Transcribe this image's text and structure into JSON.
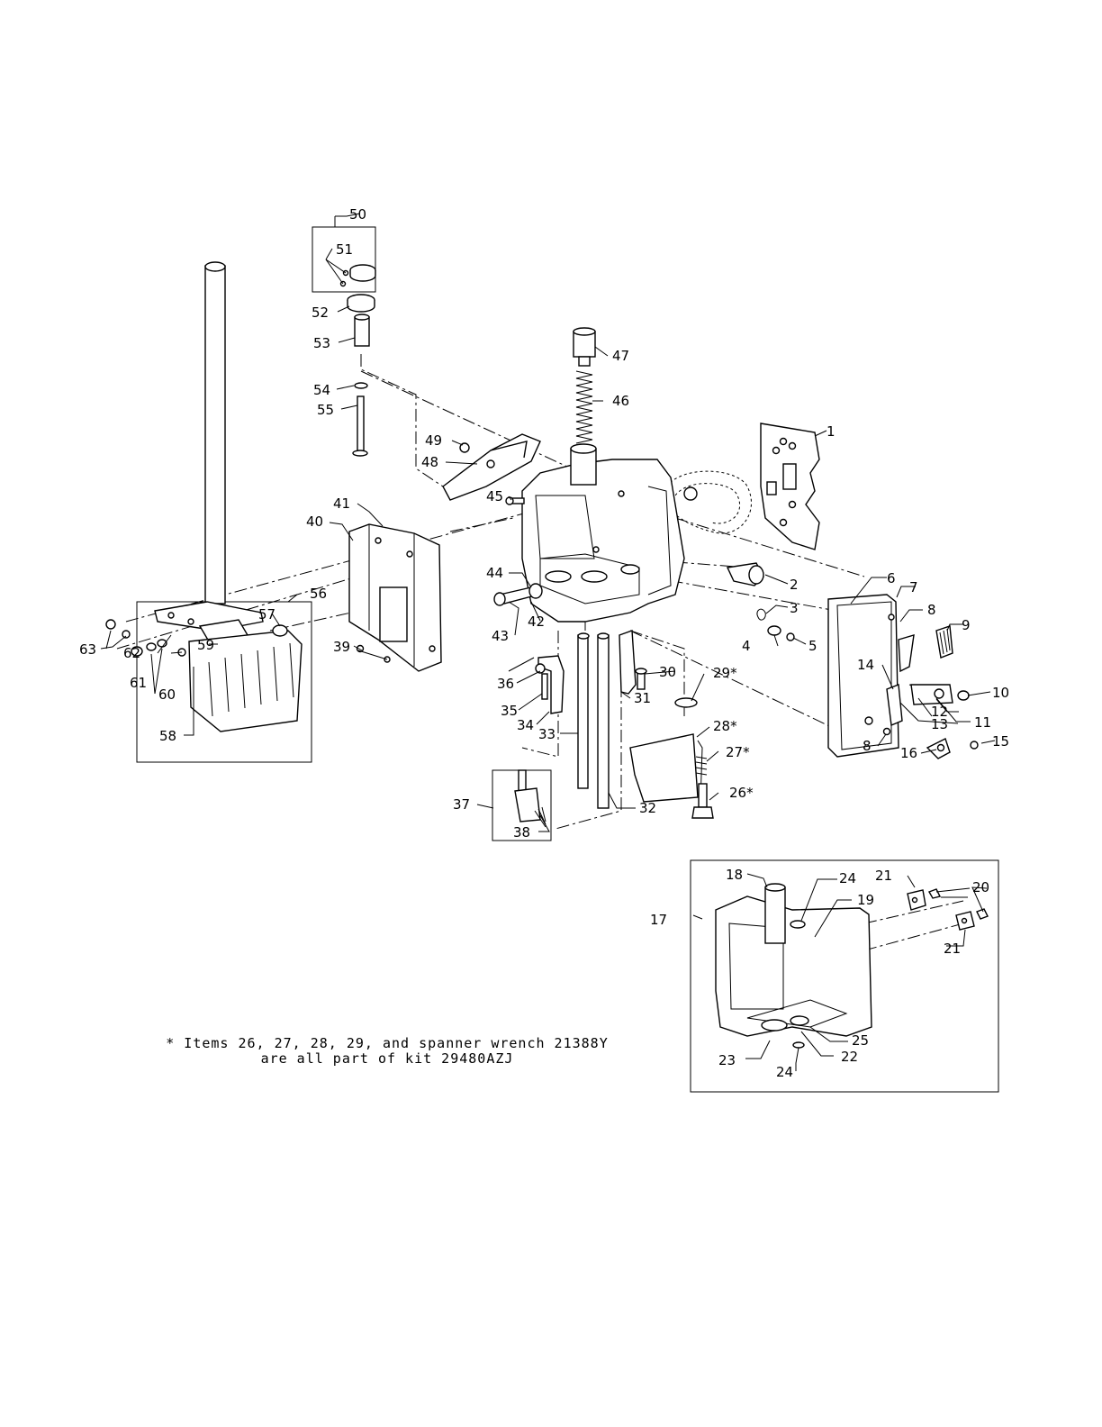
{
  "labels": {
    "l1": "1",
    "l2": "2",
    "l3": "3",
    "l4": "4",
    "l5": "5",
    "l6": "6",
    "l7": "7",
    "l8a": "8",
    "l8b": "8",
    "l9": "9",
    "l10": "10",
    "l11": "11",
    "l12": "12",
    "l13": "13",
    "l14": "14",
    "l15": "15",
    "l16": "16",
    "l17": "17",
    "l18": "18",
    "l19": "19",
    "l20": "20",
    "l21a": "21",
    "l21b": "21",
    "l22": "22",
    "l23": "23",
    "l24a": "24",
    "l24b": "24",
    "l25": "25",
    "l26": "26*",
    "l27": "27*",
    "l28": "28*",
    "l29": "29*",
    "l30": "30",
    "l31": "31",
    "l32": "32",
    "l33": "33",
    "l34": "34",
    "l35": "35",
    "l36": "36",
    "l37": "37",
    "l38": "38",
    "l39": "39",
    "l40": "40",
    "l41": "41",
    "l42": "42",
    "l43": "43",
    "l44": "44",
    "l45": "45",
    "l46": "46",
    "l47": "47",
    "l48": "48",
    "l49": "49",
    "l50": "50",
    "l51": "51",
    "l52": "52",
    "l53": "53",
    "l54": "54",
    "l55": "55",
    "l56": "56",
    "l57": "57",
    "l58": "58",
    "l59": "59",
    "l60": "60",
    "l61": "61",
    "l62": "62",
    "l63": "63"
  },
  "note": {
    "line1": "* Items 26, 27, 28, 29, and spanner wrench 21388Y",
    "line2": "are all part of kit 29480AZJ"
  }
}
